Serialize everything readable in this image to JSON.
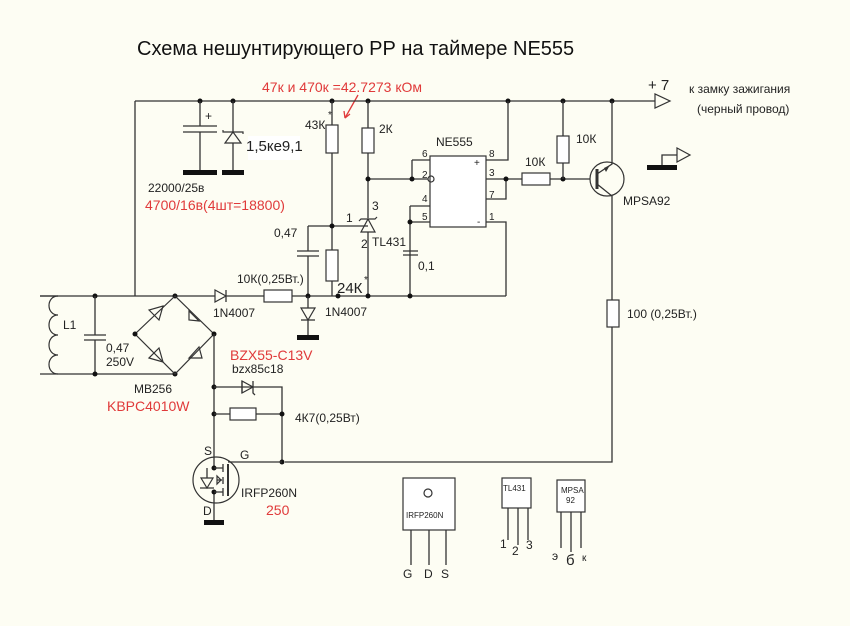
{
  "title": "Схема нешунтирующего РР на таймере NE555",
  "colors": {
    "background": "#fdfdf3",
    "wire": "#333333",
    "annotation": "#e03a3a"
  },
  "annotations": {
    "parallel_resistor_note": "47к и 470к =42.7273 кОм",
    "cap_alt": "4700/16в(4шт=18800)",
    "zener_alt": "BZX55-C13V",
    "bridge_alt": "KBPC4010W",
    "mosfet_alt": "250"
  },
  "supply": {
    "plus_label": "+ 7",
    "destination_line1": "к замку зажигания",
    "destination_line2": "(черный провод)"
  },
  "components": {
    "main_cap": "22000/25в",
    "tvs": "1,5ке9,1",
    "r_top_adj": "43К",
    "r_top_adj_star": "*",
    "r_2k": "2К",
    "ic": "NE555",
    "ic_pins": {
      "p6": "6",
      "p2": "2",
      "p4": "4",
      "p5": "5",
      "p8": "8",
      "p3": "3",
      "p7": "7",
      "p1": "1",
      "plus": "+",
      "minus": "-"
    },
    "r_base_series": "10К",
    "r_base_pull": "10К",
    "transistor": "MPSA92",
    "tl431": "TL431",
    "tl431_pins": {
      "p1": "1",
      "p2": "2",
      "p3": "3"
    },
    "cap_047": "0,47",
    "cap_01": "0,1",
    "r_bottom_adj": "24К",
    "r_bottom_adj_star": "*",
    "r_input": "10К(0,25Вт.)",
    "diode_series": "1N4007",
    "diode_gnd": "1N4007",
    "coil": "L1",
    "coil_cap_line1": "0,47",
    "coil_cap_line2": "250V",
    "bridge": "MB256",
    "zener": "bzx85c18",
    "r_gate": "4К7(0,25Вт)",
    "r_100": "100 (0,25Вт.)",
    "mosfet": "IRFP260N",
    "mosfet_pins": {
      "s": "S",
      "g": "G",
      "d": "D"
    }
  },
  "pinouts": {
    "irfp260n": {
      "name": "IRFP260N",
      "pins": [
        "G",
        "D",
        "S"
      ]
    },
    "tl431": {
      "name": "TL431",
      "pins": [
        "1",
        "2",
        "3"
      ]
    },
    "mpsa92": {
      "name_line1": "MPSA",
      "name_line2": "92",
      "pins": [
        "э",
        "б",
        "к"
      ]
    }
  }
}
